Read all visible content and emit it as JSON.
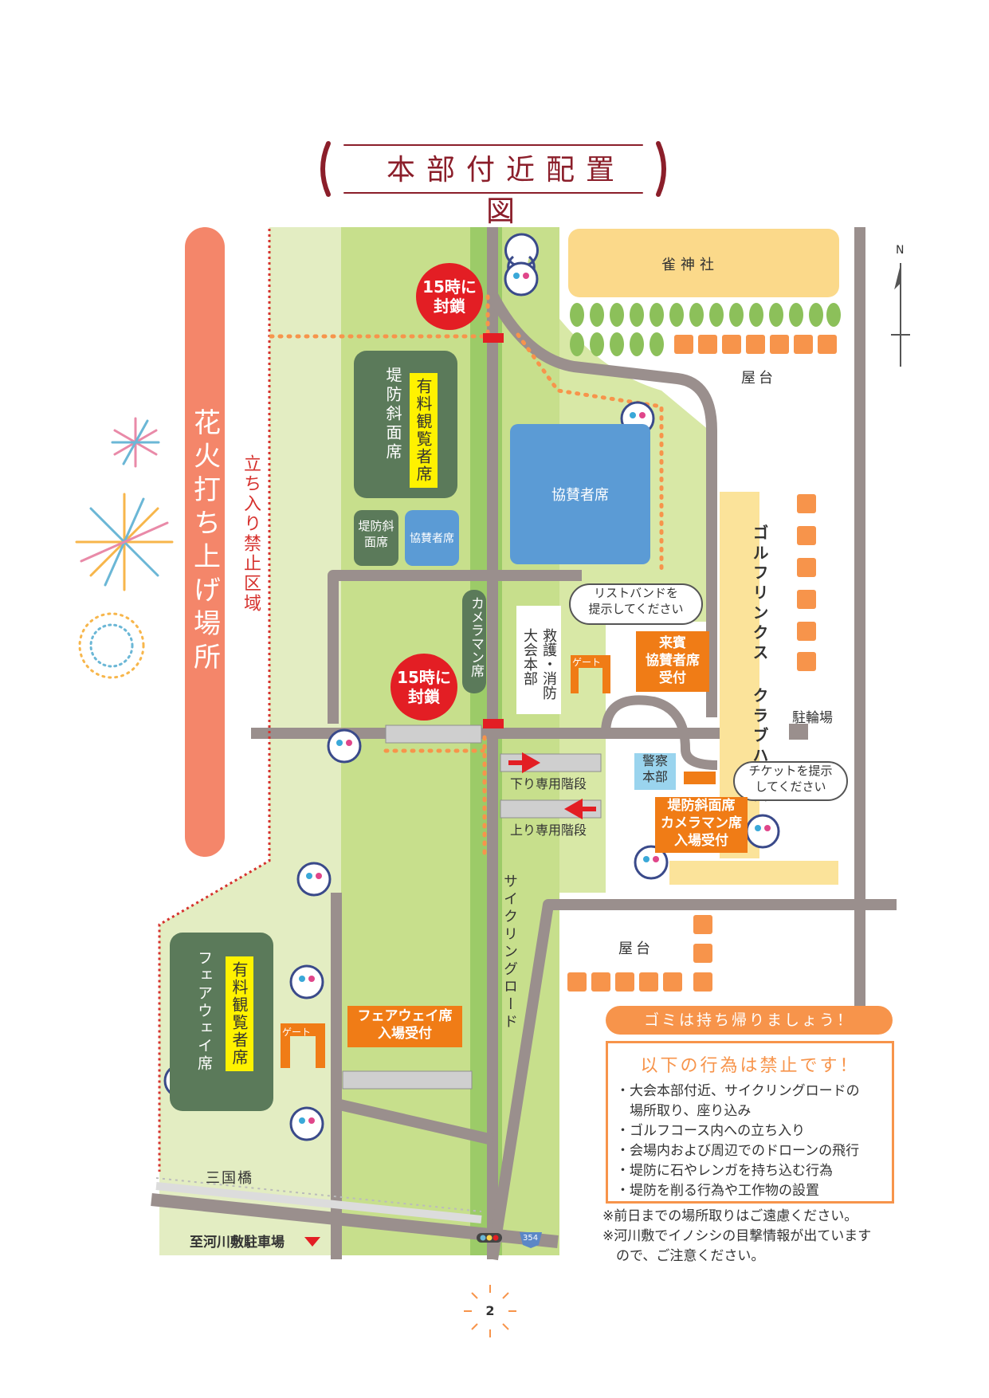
{
  "title": "本部付近配置図",
  "launch_site": "花火打ち上げ場所",
  "no_entry_zone": "立ち入り禁止区域",
  "closure_label_top": "15時に\n封鎖",
  "closure_label_mid": "15時に\n封鎖",
  "shrine": "雀神社",
  "stalls_top": "屋台",
  "stalls_bottom": "屋台",
  "paid_seats_upper_area": "堤防斜面席",
  "paid_seats_upper_tag": "有料観覧者席",
  "small_slope_seat": "堤防斜面席",
  "small_sponsor_seat": "協賛者席",
  "sponsor_seats": "協賛者席",
  "cameraman_seats": "カメラマン席",
  "hq": "救護・消防\n大会本部",
  "wristband_bubble": "リストバンドを\n提示してください",
  "gate": "ゲート",
  "vip_reception": "来賓\n協賛者席\n受付",
  "golf_clubhouse": "ゴルフリンクス クラブハウス",
  "bicycle_parking": "駐輪場",
  "police_hq": "警察\n本部",
  "ticket_bubble": "チケットを提示\nしてください",
  "slope_camera_reception": "堤防斜面席\nカメラマン席\n入場受付",
  "down_stairs": "下り専用階段",
  "up_stairs": "上り専用階段",
  "cycling_road": "サイクリングロード",
  "fairway_seat_area": "フェアウェイ席",
  "fairway_paid_tag": "有料観覧者席",
  "fairway_reception": "フェアウェイ席\n入場受付",
  "mikuni_bridge": "三国橋",
  "to_parking": "至河川敷駐車場",
  "route_number": "354",
  "compass": "N",
  "take_trash_home": "ゴミは持ち帰りましょう！",
  "rules_heading": "以下の行為は禁止です！",
  "rules": [
    "・大会本部付近、サイクリングロードの",
    "　場所取り、座り込み",
    "・ゴルフコース内への立ち入り",
    "・会場内および周辺でのドローンの飛行",
    "・堤防に石やレンガを持ち込む行為",
    "・堤防を削る行為や工作物の設置"
  ],
  "notes": [
    "※前日までの場所取りはご遠慮ください。",
    "※河川敷でイノシシの目撃情報が出ています",
    "　ので、ご注意ください。"
  ],
  "page_number": "2",
  "colors": {
    "title_red": "#8b1e2a",
    "launch_orange": "#f4866a",
    "light_green": "#d8e8a6",
    "mid_green": "#c7df8c",
    "road_gray": "#9a8f8d",
    "sponsor_blue": "#5b9bd5",
    "reception_orange": "#f07c16",
    "closure_red": "#e31e24",
    "shrine_yellow": "#fbd98a"
  }
}
